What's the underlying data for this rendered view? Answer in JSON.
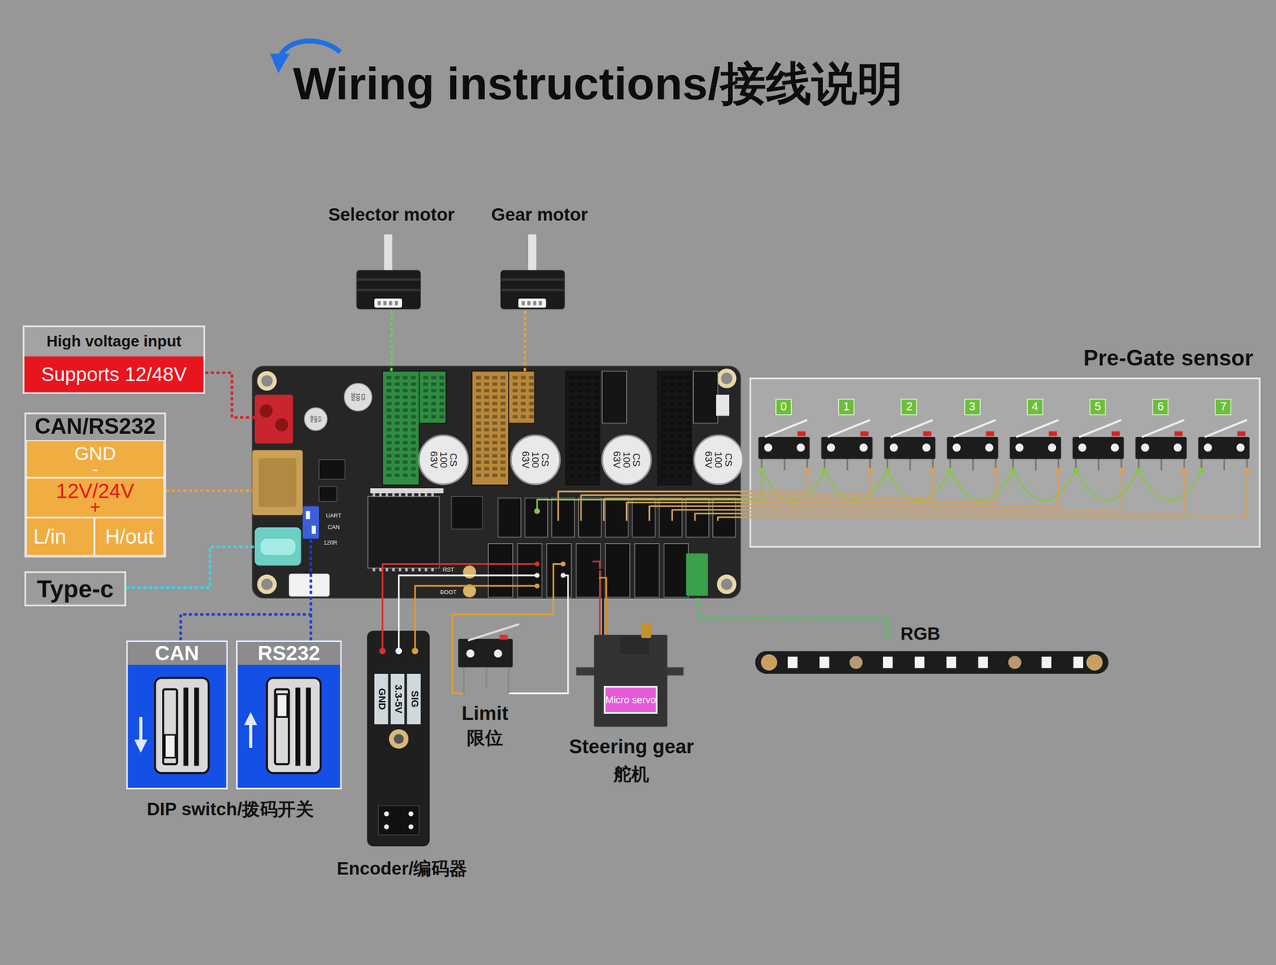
{
  "diagram": {
    "title": "Wiring instructions/接线说明",
    "nodes": [
      {
        "text": [
          "High voltage input",
          "Supports 12/48V"
        ]
      },
      {
        "text": [
          "CAN/RS232"
        ]
      },
      {
        "text": [
          "GND",
          "-"
        ],
        "in": 1
      },
      {
        "text": [
          "12V/24V",
          "+"
        ],
        "in": 1
      },
      {
        "text": [
          "L/in"
        ],
        "in": 1
      },
      {
        "text": [
          "H/out"
        ],
        "in": 1
      },
      {
        "text": [
          "Type-c"
        ]
      },
      {
        "text": [
          "CAN"
        ]
      },
      {
        "text": [
          "RS232"
        ]
      },
      {
        "text": [
          "Pre-Gate sensor"
        ]
      },
      {
        "text": [
          "0"
        ],
        "in": 9
      },
      {
        "text": [
          "1"
        ],
        "in": 9
      },
      {
        "text": [
          "2"
        ],
        "in": 9
      },
      {
        "text": [
          "3"
        ],
        "in": 9
      },
      {
        "text": [
          "4"
        ],
        "in": 9
      },
      {
        "text": [
          "5"
        ],
        "in": 9
      },
      {
        "text": [
          "6"
        ],
        "in": 9
      },
      {
        "text": [
          "7"
        ],
        "in": 9
      },
      {
        "text": [
          "Micro servo"
        ]
      }
    ],
    "labels": [
      "Selector motor",
      "Gear motor",
      "CS 100 35V",
      "CS 100 35V",
      "CS 100 63V",
      "CS 100 63V",
      "CS 100 63V",
      "CS 100 63V",
      "UART",
      "CAN",
      "120R",
      "RST",
      "BOOT",
      "RGB",
      "GND",
      "3.3-5V",
      "SIG",
      "Encoder/编码器",
      "Limit",
      "限位",
      "Steering gear",
      "舵机",
      "DIP switch/拨码开关"
    ]
  }
}
